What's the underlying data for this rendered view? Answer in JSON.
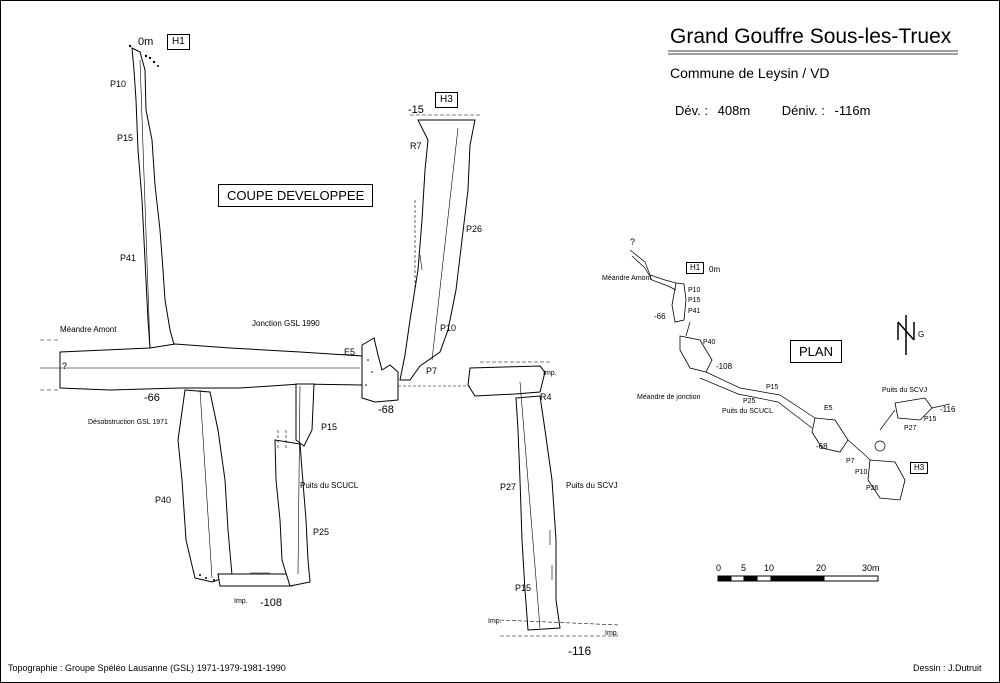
{
  "header": {
    "title": "Grand Gouffre Sous-les-Truex",
    "subtitle": "Commune de Leysin / VD",
    "dev_label": "Dév. :",
    "dev_value": "408m",
    "deniv_label": "Déniv. :",
    "deniv_value": "-116m"
  },
  "section": {
    "title": "COUPE DEVELOPPEE",
    "entrances": {
      "h1": "H1",
      "h3": "H3"
    },
    "depths": {
      "d0": "0m",
      "d15": "-15",
      "d66": "-66",
      "d68": "-68",
      "d108": "-108",
      "d116": "-116"
    },
    "pitches": {
      "p10a": "P10",
      "p15a": "P15",
      "p41": "P41",
      "r7": "R7",
      "p26": "P26",
      "p10b": "P10",
      "p7": "P7",
      "e5": "E5",
      "p15b": "P15",
      "p40": "P40",
      "p25": "P25",
      "r4": "R4",
      "p27": "P27",
      "p15c": "P15"
    },
    "labels": {
      "meandre": "Méandre Amont",
      "question": "?",
      "jonction": "Jonction GSL 1990",
      "desob": "Désobstruction GSL 1971",
      "scucl": "Puits du SCUCL",
      "scvj": "Puits du SCVJ",
      "imp1": "Imp.",
      "imp2": "Imp.",
      "imp3": "Imp.",
      "imp4": "Imp."
    }
  },
  "plan": {
    "title": "PLAN",
    "north": "N",
    "g": "G",
    "labels": {
      "q": "?",
      "h1": "H1",
      "h1depth": "0m",
      "meandre": "Méandre Amont",
      "p10": "P10",
      "p15": "P15",
      "p41": "P41",
      "d66": "-66",
      "p40": "P40",
      "d108": "-108",
      "jonction": "Méandre de jonction",
      "p15b": "P15",
      "p25": "P25",
      "scucl": "Puits du SCUCL",
      "e5": "E5",
      "d68": "-68",
      "p7": "P7",
      "p10b": "P10",
      "p26": "P26",
      "h3": "H3",
      "scvj": "Puits du SCVJ",
      "d116": "-116",
      "p27": "P27",
      "p15c": "P15"
    }
  },
  "scale": {
    "ticks": [
      "0",
      "5",
      "10",
      "20",
      "30m"
    ]
  },
  "footer": {
    "credits": "Topographie : Groupe Spéléo Lausanne (GSL) 1971-1979-1981-1990",
    "author": "Dessin : J.Dutruit"
  }
}
